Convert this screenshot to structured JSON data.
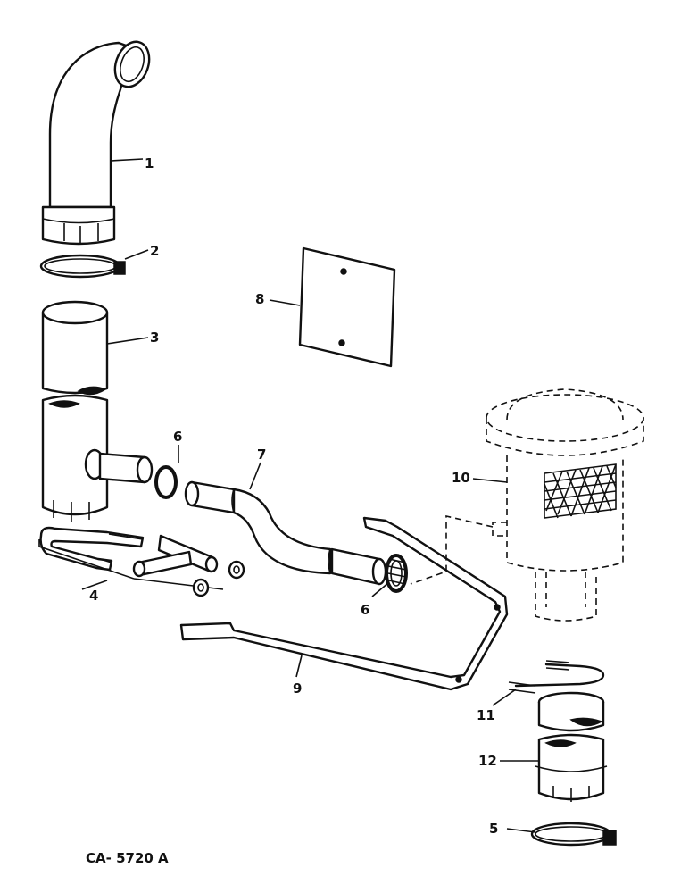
{
  "callouts": {
    "c1": "1",
    "c2": "2",
    "c3": "3",
    "c4": "4",
    "c5": "5",
    "c6a": "6",
    "c6b": "6",
    "c7": "7",
    "c8": "8",
    "c9": "9",
    "c10": "10",
    "c11": "11",
    "c12": "12"
  },
  "drawing_code": "CA- 5720 A"
}
